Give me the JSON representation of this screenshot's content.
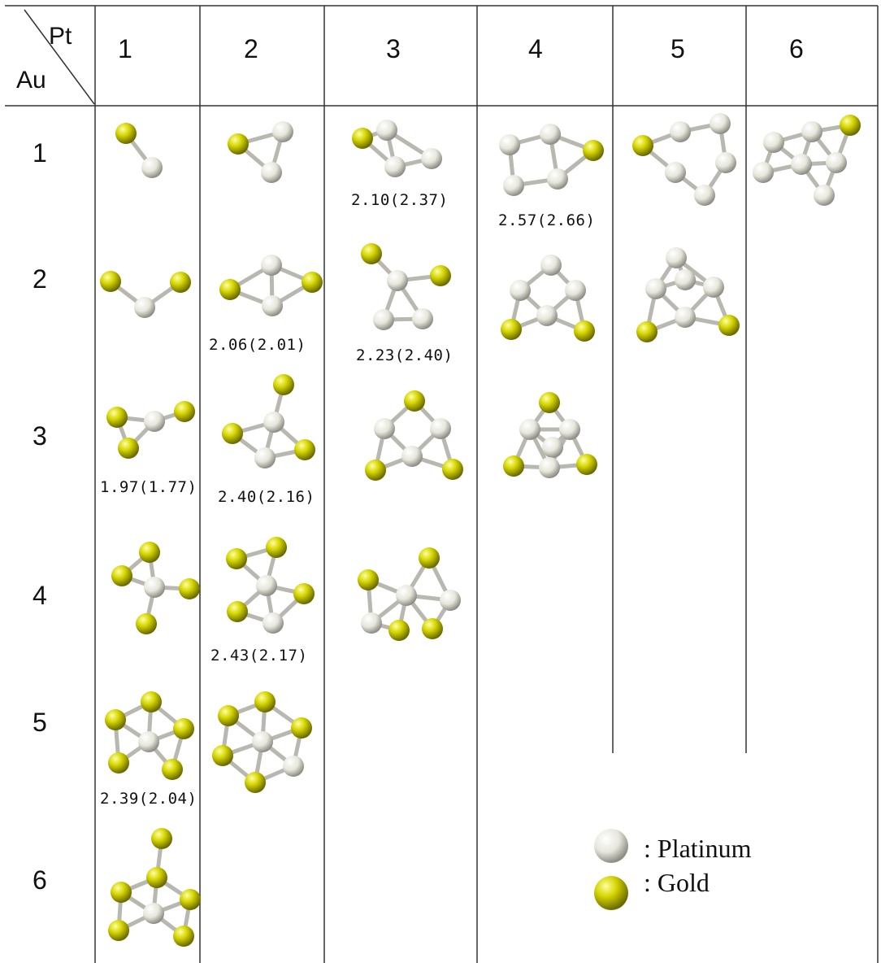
{
  "corner": {
    "col_axis": "Pt",
    "row_axis": "Au"
  },
  "columns": [
    "1",
    "2",
    "3",
    "4",
    "5",
    "6"
  ],
  "rows": [
    "1",
    "2",
    "3",
    "4",
    "5",
    "6"
  ],
  "captions": {
    "r1c3": "2.10(2.37)",
    "r1c4": "2.57(2.66)",
    "r2c2": "2.06(2.01)",
    "r2c3": "2.23(2.40)",
    "r3c1": "1.97(1.77)",
    "r3c2": "2.40(2.16)",
    "r4c2": "2.43(2.17)",
    "r5c1": "2.39(2.04)"
  },
  "legend": {
    "platinum": ": Platinum",
    "gold": ": Gold"
  },
  "colors": {
    "platinum": "#e8e8e0",
    "gold": "#c8c800",
    "bond": "#b8b8b0",
    "grid": "#333333"
  }
}
